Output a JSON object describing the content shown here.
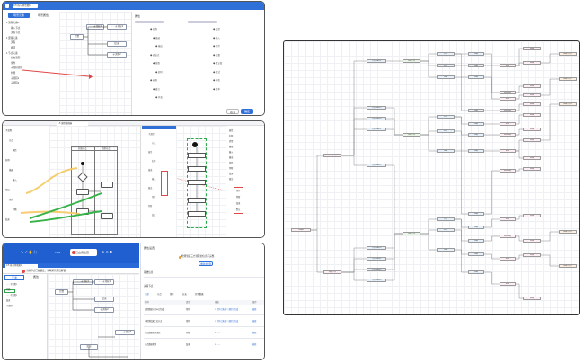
{
  "panel1": {
    "title": "0.5 练习场景图1",
    "tabs": [
      "场景元素",
      "场景属性"
    ],
    "tree_items": [
      "1 流程元素A",
      "输入节点",
      "流程节点",
      "1 逻辑元素",
      "流程",
      "循环",
      "1 节点元素",
      "分支流程",
      "条件",
      "子流程流程",
      "判断",
      "子流程1",
      "子流程2"
    ],
    "boxes": [
      "……子流程1",
      "开始",
      "……子流程1",
      "结束",
      "子流程2"
    ],
    "right_title": "属性",
    "right_items": [
      "名称",
      "类型",
      "描述",
      "输入",
      "输出",
      "条件",
      "表达式",
      "变量",
      "参数",
      "默认值",
      "超时",
      "重试",
      "权限",
      "标签",
      "备注",
      "版本",
      "状态"
    ],
    "buttons": [
      "取消",
      "确定"
    ]
  },
  "panel2": {
    "title": "1.5 流程编辑器",
    "lanes": [
      "开始节点",
      "处理节点"
    ],
    "left_items": [
      "子流程",
      "节点",
      "属性",
      "名称",
      "描述",
      "输入",
      "输出",
      "条件",
      "判断",
      "结束"
    ],
    "right_items": [
      "属性",
      "名称",
      "类型",
      "描述",
      "输入",
      "输出",
      "条件",
      "判断",
      "结束",
      "备注"
    ],
    "highlight_items": [
      "条件",
      "判断",
      "结束",
      "默认"
    ]
  },
  "panel3": {
    "toolbar_zoom": "70%",
    "alert": "已启用检查",
    "title": "0.5 练习场景图1",
    "notice": "当前节点已被锁定，请联系管理员解锁。",
    "tabs": [
      "元素",
      "属性"
    ],
    "right_heading": "属性设置",
    "right_text": "检测到第三方流程的信息不完整",
    "right_button": "重新检测",
    "section1": "基础信息",
    "section2": "关联节点",
    "subtabs": [
      "全部",
      "节点",
      "条件",
      "分支",
      "异常数据"
    ],
    "table_headers": [
      "名称",
      "类型",
      "描述",
      "操作"
    ],
    "rows": [
      [
        "流程数据节点A已完成",
        "条件",
        "1 条件已满足 2 流程已完成",
        "编辑"
      ],
      [
        "1 检测结果汇总节点",
        "条件",
        "1 条件已满足 2 流程已完成",
        "编辑"
      ],
      [
        "节点数据检测流程",
        "判断",
        "3 ——",
        "编辑"
      ],
      [
        "节点数据检测",
        "结束",
        "3 ——",
        "编辑"
      ]
    ],
    "boxes": [
      "……子流程1",
      "开始",
      "……子流程1",
      "结束",
      "子流程2",
      "……子流程3",
      "流程"
    ]
  },
  "panel4": {
    "root": "Demo",
    "level1": [
      "执行节点",
      "调度节点"
    ],
    "level2": [
      "节点流程1.1",
      "节点流程1.2",
      "节点流程1.3",
      "节点流程2.1",
      "节点流程2.2",
      "节点流程2.3",
      "节点流程3.1",
      "节点流程3.2",
      "节点流程3.3"
    ],
    "level3": [
      "流程节点",
      "流程节点",
      "流程节点"
    ],
    "level4": [
      "分支",
      "条件",
      "判断",
      "分支",
      "条件",
      "判断",
      "分支",
      "条件",
      "判断"
    ],
    "level5": [
      "判断",
      "判断",
      "判断",
      "判断",
      "判断",
      "判断",
      "判断",
      "判断",
      "判断",
      "判断",
      "判断",
      "判断"
    ],
    "level6": [
      "检测",
      "检测结果",
      "检测",
      "检测结果",
      "检测",
      "检测结果",
      "检测",
      "检测结果",
      "检测",
      "检测结果",
      "检测",
      "检测"
    ],
    "level7": [
      "完成",
      "完成",
      "结束",
      "结束",
      "完成",
      "完成",
      "结束",
      "结束",
      "完成",
      "完成",
      "结束",
      "结束",
      "完成",
      "完成"
    ],
    "level8": [
      "数据节点1",
      "数据节点2",
      "数据节点3",
      "数据节点4",
      "数据节点5"
    ]
  },
  "colors": {
    "accent": "#2f6fd8",
    "pink": "#fdeff3",
    "green": "#eaf7e6",
    "blue": "#e6f1fb",
    "orange": "#fdf1e4",
    "red": "#e04848"
  }
}
